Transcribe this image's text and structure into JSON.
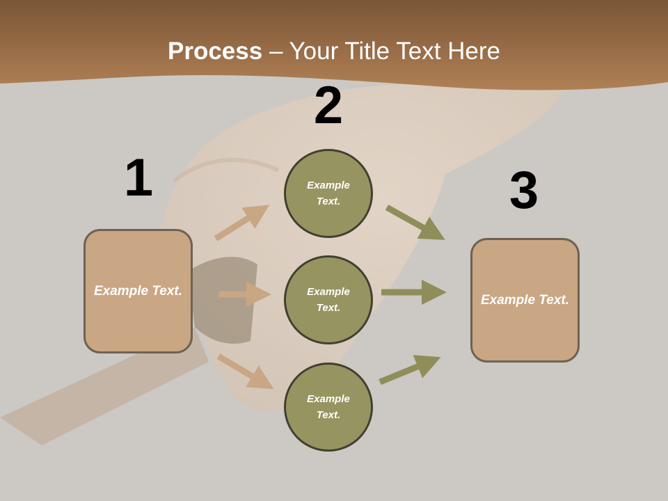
{
  "title": {
    "bold": "Process",
    "rest": " – Your Title Text Here"
  },
  "steps": {
    "one": "1",
    "two": "2",
    "three": "3"
  },
  "nodes": {
    "left_box": "Example Text.",
    "circle_top": "Example Text.",
    "circle_middle": "Example Text.",
    "circle_bottom": "Example Text.",
    "right_box": "Example Text."
  },
  "colors": {
    "banner_brown": "#a2734a",
    "box_fill": "#c9a684",
    "circle_fill": "#969561",
    "arrow_tan": "#c9a684",
    "arrow_olive": "#8f8e5a",
    "background": "#ccc8c4"
  }
}
